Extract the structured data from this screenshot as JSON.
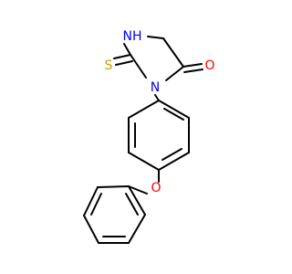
{
  "molecule": {
    "atoms": {
      "nh": {
        "text": "N",
        "suffix": "H",
        "color": "#0000ff"
      },
      "n_ring": {
        "text": "N",
        "color": "#0000ff"
      },
      "s_thione": {
        "text": "S",
        "color": "#c8a000"
      },
      "o_carbonyl": {
        "text": "O",
        "color": "#ff0000"
      },
      "o_ether": {
        "text": "O",
        "color": "#ff0000"
      }
    },
    "bond_color": "#000000"
  }
}
